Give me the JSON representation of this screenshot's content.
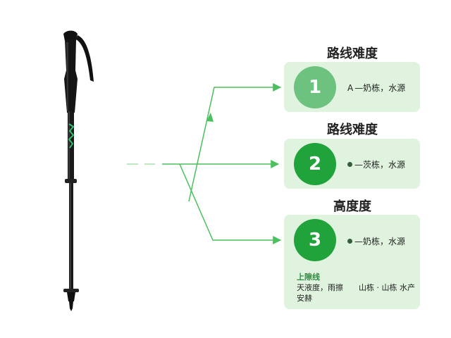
{
  "sections": [
    {
      "title": "路线难度",
      "number": "1",
      "circle_color": "#6cc27e",
      "bullet": "A",
      "description": "—奶栋，水源"
    },
    {
      "title": "路线难度",
      "number": "2",
      "circle_color": "#21a33b",
      "bullet": "dot",
      "description": "—茨栋，水源"
    },
    {
      "title": "高度度",
      "number": "3",
      "circle_color": "#21a33b",
      "bullet": "dot",
      "description": "—奶栋，水源",
      "note_title": "上隙线",
      "note_text": "天液度，雨擦　　山栋 · 山栋 水产安赫"
    }
  ],
  "colors": {
    "card_bg": "#dff3df",
    "connector": "#4cbf5e",
    "pole_accent": "#2fbf71"
  }
}
